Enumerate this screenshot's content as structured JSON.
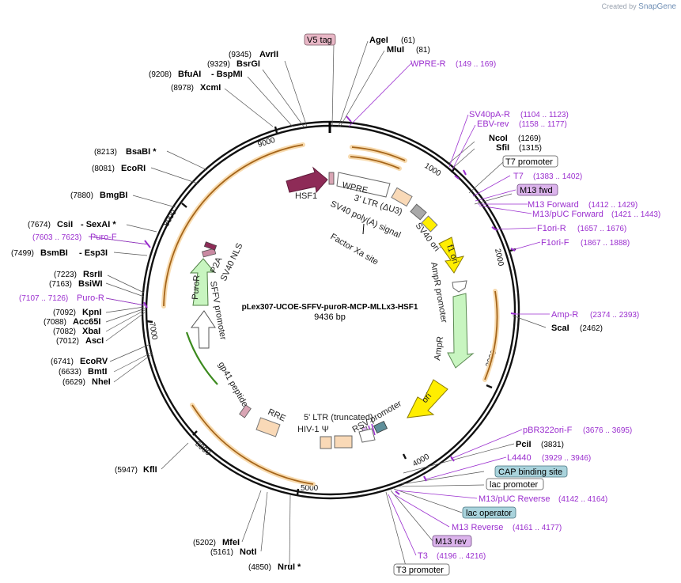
{
  "credit": {
    "prefix": "Created by",
    "brand": "SnapGene"
  },
  "plasmid": {
    "name": "pLex307-UCOE-SFFV-puroR-MCP-MLLx3-HSF1",
    "size": "9436 bp"
  },
  "ticks": [
    "1000",
    "2000",
    "3000",
    "4000",
    "5000",
    "6000",
    "7000",
    "8000",
    "9000"
  ],
  "sites_left": [
    {
      "pos": "(9345)",
      "name": "AvrII"
    },
    {
      "pos": "(9329)",
      "name": "BsrGI"
    },
    {
      "pos": "(9208)",
      "name": "BfuAI",
      "extra": "- BspMI"
    },
    {
      "pos": "(8978)",
      "name": "XcmI"
    },
    {
      "pos": "(8213)",
      "name": "BsaBI *"
    },
    {
      "pos": "(8081)",
      "name": "EcoRI"
    },
    {
      "pos": "(7880)",
      "name": "BmgBI"
    },
    {
      "pos": "(7674)",
      "name": "CsiI",
      "extra": "- SexAI *"
    },
    {
      "pos": "(7603 .. 7623)",
      "name": "Puro-F",
      "primer": true
    },
    {
      "pos": "(7499)",
      "name": "BsmBI",
      "extra": "- Esp3I"
    },
    {
      "pos": "(7223)",
      "name": "RsrII"
    },
    {
      "pos": "(7163)",
      "name": "BsiWI"
    },
    {
      "pos": "(7107 .. 7126)",
      "name": "Puro-R",
      "primer": true
    },
    {
      "pos": "(7092)",
      "name": "KpnI"
    },
    {
      "pos": "(7088)",
      "name": "Acc65I"
    },
    {
      "pos": "(7082)",
      "name": "XbaI"
    },
    {
      "pos": "(7012)",
      "name": "AscI"
    },
    {
      "pos": "(6741)",
      "name": "EcoRV"
    },
    {
      "pos": "(6633)",
      "name": "BmtI"
    },
    {
      "pos": "(6629)",
      "name": "NheI"
    },
    {
      "pos": "(5947)",
      "name": "KflI"
    },
    {
      "pos": "(5202)",
      "name": "MfeI"
    },
    {
      "pos": "(5161)",
      "name": "NotI"
    },
    {
      "pos": "(4850)",
      "name": "NruI *"
    }
  ],
  "sites_right": [
    {
      "name": "AgeI",
      "pos": "(61)"
    },
    {
      "name": "MluI",
      "pos": "(81)"
    },
    {
      "name": "WPRE-R",
      "pos": "(149 .. 169)",
      "primer": true
    },
    {
      "name": "SV40pA-R",
      "pos": "(1104 .. 1123)",
      "primer": true
    },
    {
      "name": "EBV-rev",
      "pos": "(1158 .. 1177)",
      "primer": true
    },
    {
      "name": "NcoI",
      "pos": "(1269)"
    },
    {
      "name": "SfiI",
      "pos": "(1315)"
    },
    {
      "name": "T7",
      "pos": "(1383 .. 1402)",
      "primer": true
    },
    {
      "name": "M13 Forward",
      "pos": "(1412 .. 1429)",
      "primer": true
    },
    {
      "name": "M13/pUC Forward",
      "pos": "(1421 .. 1443)",
      "primer": true
    },
    {
      "name": "F1ori-R",
      "pos": "(1657 .. 1676)",
      "primer": true
    },
    {
      "name": "F1ori-F",
      "pos": "(1867 .. 1888)",
      "primer": true
    },
    {
      "name": "Amp-R",
      "pos": "(2374 .. 2393)",
      "primer": true
    },
    {
      "name": "ScaI",
      "pos": "(2462)"
    },
    {
      "name": "pBR322ori-F",
      "pos": "(3676 .. 3695)",
      "primer": true
    },
    {
      "name": "PciI",
      "pos": "(3831)"
    },
    {
      "name": "L4440",
      "pos": "(3929 .. 3946)",
      "primer": true
    },
    {
      "name": "M13/pUC Reverse",
      "pos": "(4142 .. 4164)",
      "primer": true
    },
    {
      "name": "M13 Reverse",
      "pos": "(4161 .. 4177)",
      "primer": true
    },
    {
      "name": "T3",
      "pos": "(4196 .. 4216)",
      "primer": true
    }
  ],
  "boxes": {
    "v5tag": "V5 tag",
    "t7promoter": "T7 promoter",
    "m13fwd": "M13 fwd",
    "capsite": "CAP binding site",
    "lacpromoter": "lac promoter",
    "lacoperator": "lac operator",
    "m13rev": "M13 rev",
    "t3promoter": "T3 promoter"
  },
  "features": {
    "hsf1": "HSF1",
    "wpre": "WPRE",
    "ltr3": "3' LTR (ΔU3)",
    "sv40polya": "SV40 poly(A) signal",
    "sv40ori": "SV40 ori",
    "factorxa": "Factor Xa site",
    "f1ori": "f1 ori",
    "amppromoter": "AmpR promoter",
    "ampr": "AmpR",
    "ori": "ori",
    "rsv": "RSV promoter",
    "ltr5": "5' LTR (truncated)",
    "hiv1psi": "HIV-1 Ψ",
    "rre": "RRE",
    "gp41": "gp41 peptide",
    "sffv": "SFFV promoter",
    "puror": "PuroR",
    "p2a": "P2A",
    "sv40nls": "SV40 NLS"
  },
  "colors": {
    "backbone": "#111111",
    "orange_arc": "#c8841e",
    "primer": "#9b2fcf",
    "hsf1": "#8e2b57",
    "yellow": "#ffee00",
    "green": "#c8f5c0",
    "peach": "#f9d9b7",
    "box_blue": "#a9d3dc",
    "box_pink": "#e8b7c6",
    "box_violet": "#dcb4ec"
  }
}
